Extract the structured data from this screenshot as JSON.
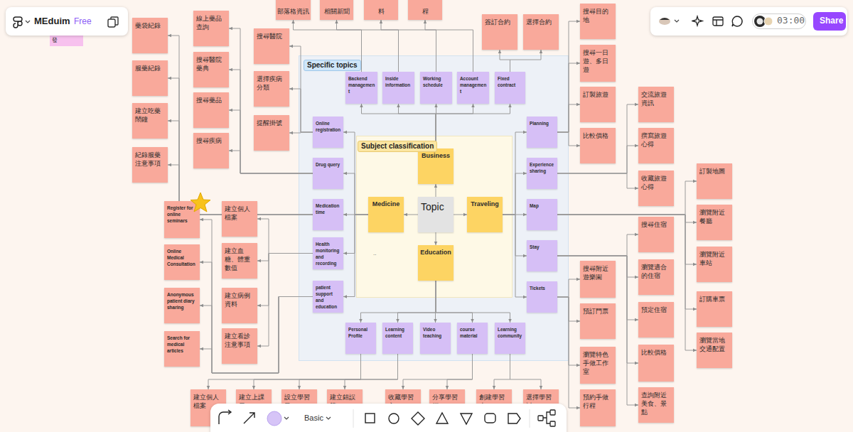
{
  "diagram": {
    "nodes": [
      {
        "text": [
          "發"
        ]
      },
      {
        "text": [
          "部落格資訊"
        ]
      },
      {
        "text": [
          "相關新聞"
        ]
      },
      {
        "text": [
          "料"
        ]
      },
      {
        "text": [
          "程"
        ]
      },
      {
        "text": [
          "線上藥品查詢"
        ]
      },
      {
        "text": [
          "簽訂合約"
        ]
      },
      {
        "text": [
          "選擇合約"
        ]
      },
      {
        "text": [
          "藥袋紀錄"
        ]
      },
      {
        "text": [
          "搜尋目的地"
        ]
      },
      {
        "text": [
          "搜尋醫院"
        ]
      },
      {
        "text": [
          "搜尋一日遊、多日遊"
        ]
      },
      {
        "text": [
          "搜尋醫院藥典"
        ]
      },
      {
        "text": [
          "服藥紀錄"
        ]
      },
      {
        "text": [
          "選擇疾病分類"
        ]
      },
      {
        "text": [
          "訂製旅遊"
        ]
      },
      {
        "text": [
          "交流旅遊資訊"
        ]
      },
      {
        "text": [
          "搜尋藥品"
        ]
      },
      {
        "text": [
          "建立吃藥鬧鐘"
        ]
      },
      {
        "text": [
          "提醒掛號"
        ]
      },
      {
        "text": [
          "比較價格"
        ]
      },
      {
        "text": [
          "撰寫旅遊心得"
        ]
      },
      {
        "text": [
          "搜尋疾病"
        ]
      },
      {
        "text": [
          "紀錄服藥注意事項"
        ]
      },
      {
        "text": [
          "收藏旅遊心得"
        ]
      },
      {
        "text": [
          "訂製地圖"
        ]
      },
      {
        "text": [
          "Specific topics"
        ]
      },
      {
        "text": [
          "Subject classification"
        ],
        "in": 26
      },
      {
        "text": [
          "Topic"
        ],
        "in": 27
      },
      {
        "text": [
          "Business"
        ],
        "in": 27
      },
      {
        "text": [
          "Medicine"
        ],
        "in": 27
      },
      {
        "text": [
          "Traveling"
        ],
        "in": 27
      },
      {
        "text": [
          "Education"
        ],
        "in": 27
      },
      {
        "text": [
          "Backend management"
        ],
        "in": 26
      },
      {
        "text": [
          "Inside information"
        ],
        "in": 26
      },
      {
        "text": [
          "Working schedule"
        ],
        "in": 26
      },
      {
        "text": [
          "Account management"
        ],
        "in": 26
      },
      {
        "text": [
          "Fixed contract"
        ],
        "in": 26
      },
      {
        "text": [
          "Online registration"
        ],
        "in": 26
      },
      {
        "text": [
          "Drug query"
        ],
        "in": 26
      },
      {
        "text": [
          "Medication time"
        ],
        "in": 26
      },
      {
        "text": [
          "Health monitoring and recording"
        ],
        "in": 26
      },
      {
        "text": [
          "patient support and education"
        ],
        "in": 26
      },
      {
        "text": [
          "Planning"
        ],
        "in": 26
      },
      {
        "text": [
          "Experience sharing"
        ],
        "in": 26
      },
      {
        "text": [
          "Map"
        ],
        "in": 26
      },
      {
        "text": [
          "Stay"
        ],
        "in": 26
      },
      {
        "text": [
          "Tickets"
        ],
        "in": 26
      },
      {
        "text": [
          "Personal Profile"
        ],
        "in": 26
      },
      {
        "text": [
          "Learning content"
        ],
        "in": 26
      },
      {
        "text": [
          "Video teaching"
        ],
        "in": 26
      },
      {
        "text": [
          "course material"
        ],
        "in": 26
      },
      {
        "text": [
          "Learning community"
        ],
        "in": 26
      },
      {
        "text": [
          "Register for online seminars"
        ]
      },
      {
        "text": [
          "建立個人檔案"
        ]
      },
      {
        "text": [
          "搜尋住宿"
        ]
      },
      {
        "text": [
          "瀏覽附近餐廳"
        ]
      },
      {
        "text": [
          "建立血糖、體重數值"
        ]
      },
      {
        "text": [
          "Online Medical Consultation"
        ]
      },
      {
        "text": [
          "瀏覽附近車站"
        ]
      },
      {
        "text": [
          "瀏覽適合的住宿"
        ]
      },
      {
        "text": [
          "搜尋附近遊樂園"
        ]
      },
      {
        "text": [
          "建立病例資料"
        ]
      },
      {
        "text": [
          "Anonymous patient diary sharing"
        ]
      },
      {
        "text": [
          "訂購車票"
        ]
      },
      {
        "text": [
          "預定住宿"
        ]
      },
      {
        "text": [
          "預訂門票"
        ]
      },
      {
        "text": [
          "建立看診注意事項"
        ]
      },
      {
        "text": [
          "Search for medical articles"
        ]
      },
      {
        "text": [
          "瀏覽當地交通配置"
        ]
      },
      {
        "text": [
          "比較價格"
        ]
      },
      {
        "text": [
          "瀏覽特色手做工作室"
        ]
      },
      {
        "text": [
          "建立個人檔案"
        ]
      },
      {
        "text": [
          "建立上課日"
        ]
      },
      {
        "text": [
          "設立學習目"
        ]
      },
      {
        "text": [
          "建立錯誤筆"
        ]
      },
      {
        "text": [
          "收藏學習心"
        ]
      },
      {
        "text": [
          "分享學習經"
        ]
      },
      {
        "text": [
          "創建學習小"
        ]
      },
      {
        "text": [
          "選擇學習討"
        ]
      },
      {
        "text": [
          "查詢附近美食、景點"
        ]
      },
      {
        "text": [
          "預約手做行程"
        ]
      }
    ],
    "edges": [
      {
        "from": 28,
        "to": 29,
        "arrow": "to"
      },
      {
        "from": 28,
        "to": 30,
        "arrow": "to"
      },
      {
        "from": 28,
        "to": 31,
        "arrow": "to"
      },
      {
        "from": 28,
        "to": 32,
        "arrow": "to"
      },
      {
        "from": 29,
        "to": 33,
        "arrow": "to"
      },
      {
        "from": 29,
        "to": 34,
        "arrow": "to"
      },
      {
        "from": 29,
        "to": 35,
        "arrow": "to"
      },
      {
        "from": 29,
        "to": 36,
        "arrow": "to"
      },
      {
        "from": 29,
        "to": 37,
        "arrow": "to"
      },
      {
        "from": 30,
        "to": 38,
        "arrow": "to"
      },
      {
        "from": 30,
        "to": 39,
        "arrow": "to"
      },
      {
        "from": 30,
        "to": 40,
        "arrow": "to"
      },
      {
        "from": 30,
        "to": 41,
        "arrow": "to"
      },
      {
        "from": 30,
        "to": 42,
        "arrow": "to"
      },
      {
        "from": 31,
        "to": 43,
        "arrow": "to"
      },
      {
        "from": 31,
        "to": 44,
        "arrow": "to"
      },
      {
        "from": 31,
        "to": 45,
        "arrow": "to"
      },
      {
        "from": 31,
        "to": 46,
        "arrow": "to"
      },
      {
        "from": 31,
        "to": 47,
        "arrow": "to"
      },
      {
        "from": 32,
        "to": 48,
        "arrow": "to"
      },
      {
        "from": 32,
        "to": 49,
        "arrow": "to"
      },
      {
        "from": 32,
        "to": 50,
        "arrow": "to"
      },
      {
        "from": 32,
        "to": 51,
        "arrow": "to"
      },
      {
        "from": 32,
        "to": 52,
        "arrow": "to"
      },
      {
        "from": 33,
        "to": 1,
        "arrow": "to"
      },
      {
        "from": 34,
        "to": 2,
        "arrow": "to"
      },
      {
        "from": 35,
        "to": 3,
        "arrow": "to"
      },
      {
        "from": 36,
        "to": 4,
        "arrow": "to"
      },
      {
        "from": 37,
        "to": 6,
        "arrow": "to"
      },
      {
        "from": 37,
        "to": 7,
        "arrow": "to"
      },
      {
        "from": 38,
        "to": 10,
        "arrow": "to"
      },
      {
        "from": 38,
        "to": 14,
        "arrow": "to"
      },
      {
        "from": 38,
        "to": 19,
        "arrow": "to"
      },
      {
        "from": 39,
        "to": 5,
        "arrow": "to"
      },
      {
        "from": 39,
        "to": 12,
        "arrow": "to"
      },
      {
        "from": 39,
        "to": 17,
        "arrow": "to"
      },
      {
        "from": 39,
        "to": 22,
        "arrow": "to"
      },
      {
        "from": 40,
        "to": 8,
        "arrow": "to"
      },
      {
        "from": 40,
        "to": 13,
        "arrow": "to"
      },
      {
        "from": 40,
        "to": 18,
        "arrow": "to"
      },
      {
        "from": 40,
        "to": 23,
        "arrow": "to"
      },
      {
        "from": 41,
        "to": 54,
        "arrow": "to"
      },
      {
        "from": 41,
        "to": 57,
        "arrow": "to"
      },
      {
        "from": 41,
        "to": 62,
        "arrow": "to"
      },
      {
        "from": 41,
        "to": 67,
        "arrow": "to"
      },
      {
        "from": 42,
        "to": 53,
        "arrow": "to"
      },
      {
        "from": 42,
        "to": 58,
        "arrow": "to"
      },
      {
        "from": 42,
        "to": 63,
        "arrow": "to"
      },
      {
        "from": 42,
        "to": 68,
        "arrow": "to"
      },
      {
        "from": 43,
        "to": 9,
        "arrow": "to"
      },
      {
        "from": 43,
        "to": 11,
        "arrow": "to"
      },
      {
        "from": 43,
        "to": 15,
        "arrow": "to"
      },
      {
        "from": 43,
        "to": 20,
        "arrow": "to"
      },
      {
        "from": 44,
        "to": 16,
        "arrow": "to"
      },
      {
        "from": 44,
        "to": 21,
        "arrow": "to"
      },
      {
        "from": 44,
        "to": 24,
        "arrow": "to"
      },
      {
        "from": 45,
        "to": 25,
        "arrow": "to"
      },
      {
        "from": 45,
        "to": 56,
        "arrow": "to"
      },
      {
        "from": 45,
        "to": 59,
        "arrow": "to"
      },
      {
        "from": 45,
        "to": 64,
        "arrow": "to"
      },
      {
        "from": 45,
        "to": 69,
        "arrow": "to"
      },
      {
        "from": 46,
        "to": 55,
        "arrow": "to"
      },
      {
        "from": 46,
        "to": 60,
        "arrow": "to"
      },
      {
        "from": 46,
        "to": 65,
        "arrow": "to"
      },
      {
        "from": 46,
        "to": 70,
        "arrow": "to"
      },
      {
        "from": 46,
        "to": 80,
        "arrow": "to"
      },
      {
        "from": 47,
        "to": 61,
        "arrow": "to"
      },
      {
        "from": 47,
        "to": 66,
        "arrow": "to"
      },
      {
        "from": 47,
        "to": 71,
        "arrow": "to"
      },
      {
        "from": 47,
        "to": 81,
        "arrow": "to"
      },
      {
        "from": 48,
        "to": 72,
        "arrow": "to"
      },
      {
        "from": 48,
        "to": 73,
        "arrow": "to"
      },
      {
        "from": 49,
        "to": 74,
        "arrow": "to"
      },
      {
        "from": 49,
        "to": 75,
        "arrow": "to"
      },
      {
        "from": 51,
        "to": 76,
        "arrow": "to"
      },
      {
        "from": 51,
        "to": 77,
        "arrow": "to"
      },
      {
        "from": 52,
        "to": 78,
        "arrow": "to"
      },
      {
        "from": 52,
        "to": 79,
        "arrow": "to"
      }
    ],
    "labels": [
      "MEduim",
      "Free",
      "03:00",
      "Share",
      "Basic",
      ".."
    ]
  }
}
